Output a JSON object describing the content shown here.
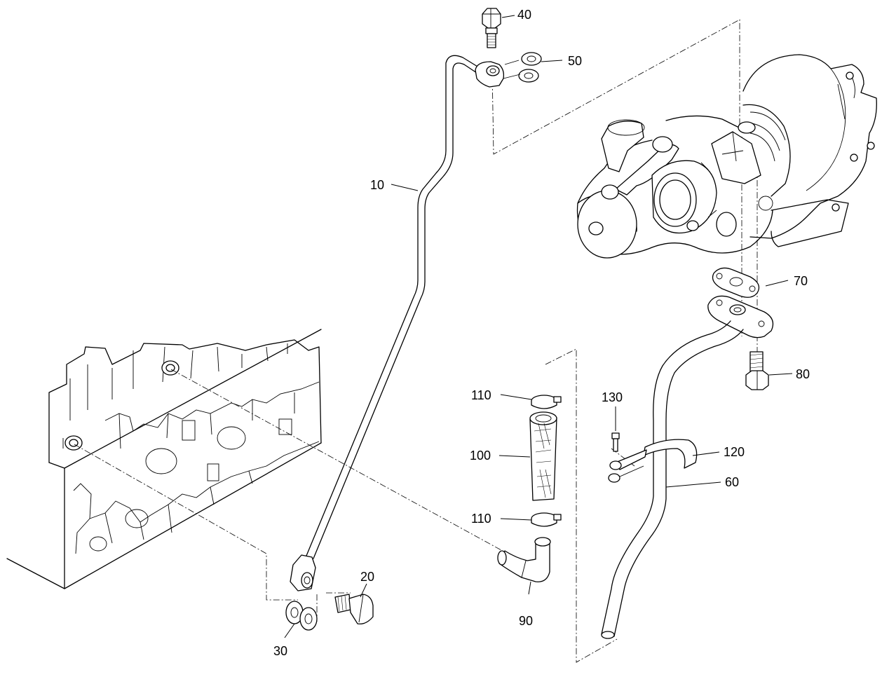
{
  "callouts": {
    "c10": "10",
    "c20": "20",
    "c30": "30",
    "c40": "40",
    "c50": "50",
    "c60": "60",
    "c70": "70",
    "c80": "80",
    "c90": "90",
    "c100": "100",
    "c110a": "110",
    "c110b": "110",
    "c120": "120",
    "c130": "130"
  }
}
